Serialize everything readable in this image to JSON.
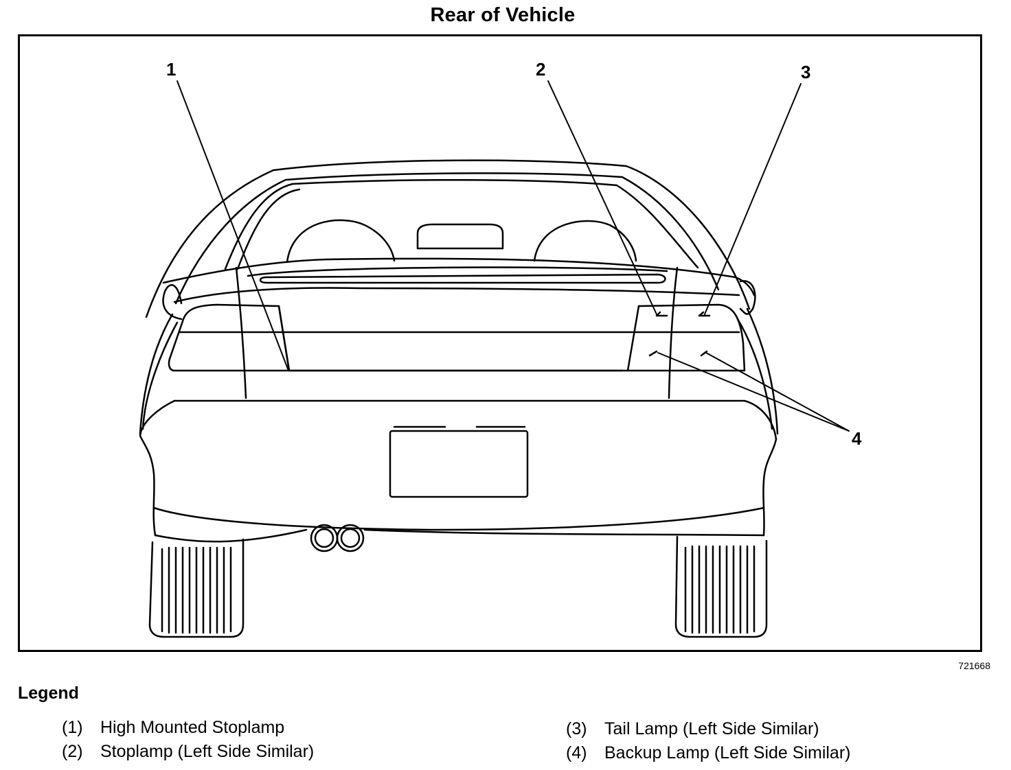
{
  "title": "Rear of Vehicle",
  "figure_id": "721668",
  "callouts": [
    "1",
    "2",
    "3",
    "4"
  ],
  "legend": {
    "title": "Legend",
    "items": [
      {
        "num": "(1)",
        "label": "High Mounted Stoplamp"
      },
      {
        "num": "(2)",
        "label": "Stoplamp (Left Side Similar)"
      },
      {
        "num": "(3)",
        "label": "Tail Lamp (Left Side Similar)"
      },
      {
        "num": "(4)",
        "label": "Backup Lamp (Left Side Similar)"
      }
    ]
  }
}
